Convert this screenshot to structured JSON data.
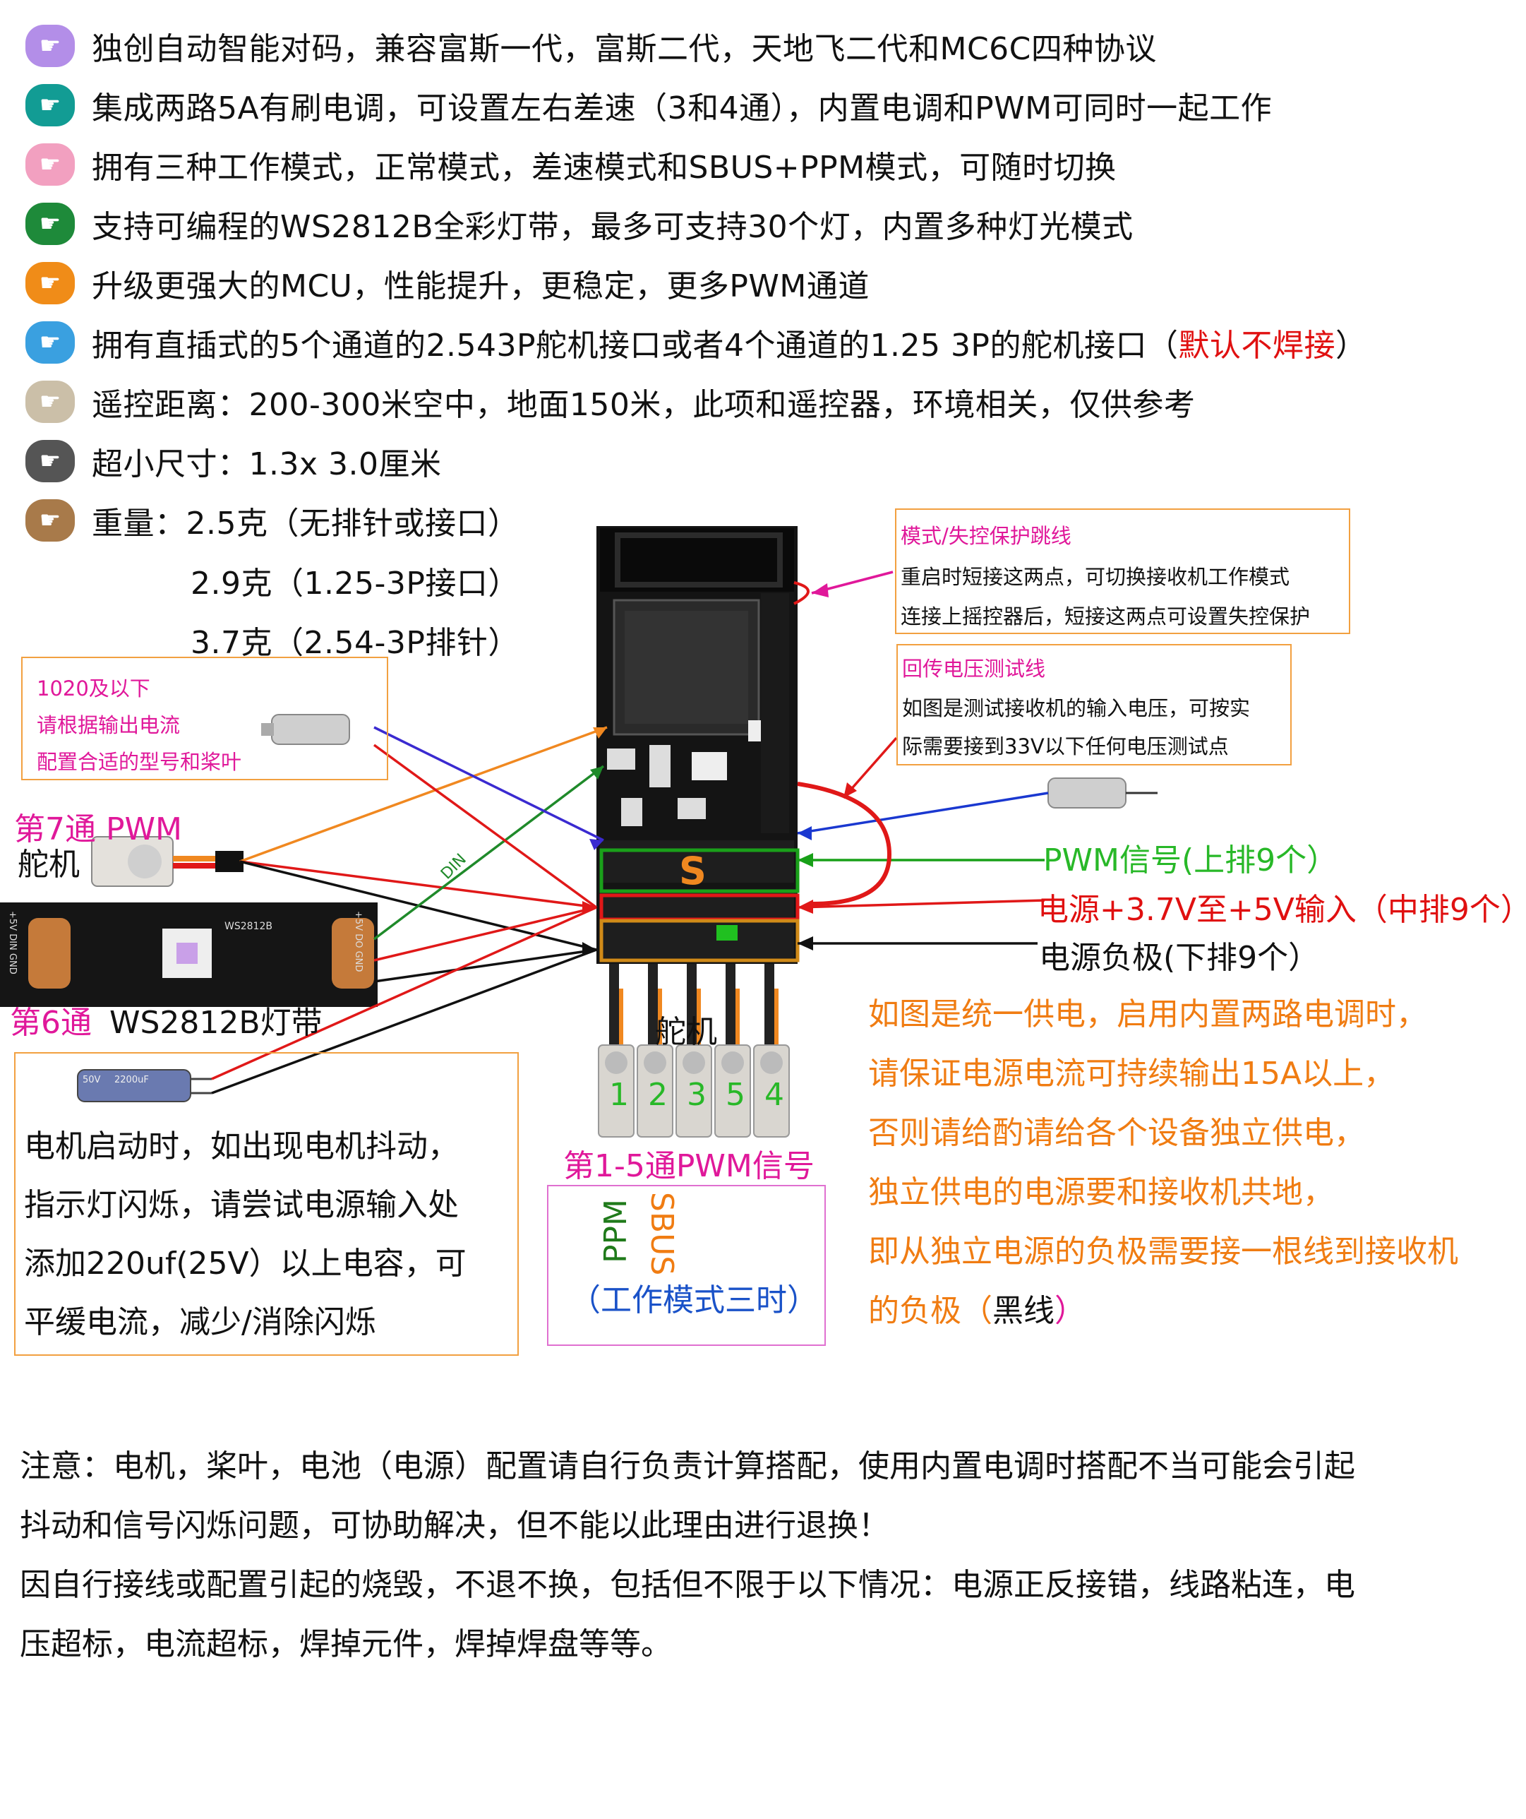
{
  "features": [
    {
      "color": "#b38ee8",
      "text": "独创自动智能对码，兼容富斯一代，富斯二代，天地飞二代和MC6C四种协议"
    },
    {
      "color": "#129c94",
      "text": "集成两路5A有刷电调，可设置左右差速（3和4通），内置电调和PWM可同时一起工作"
    },
    {
      "color": "#f2a0c0",
      "text": "拥有三种工作模式，正常模式，差速模式和SBUS+PPM模式，可随时切换"
    },
    {
      "color": "#1e8a3a",
      "text": "支持可编程的WS2812B全彩灯带，最多可支持30个灯，内置多种灯光模式"
    },
    {
      "color": "#f08c18",
      "text": "升级更强大的MCU，性能提升，更稳定，更多PWM通道"
    },
    {
      "color": "#3aa0e0",
      "text": "拥有直插式的5个通道的2.543P舵机接口或者4个通道的1.25 3P的舵机接口（",
      "highlight": "默认不焊接",
      "tail": "）"
    },
    {
      "color": "#cbbfa8",
      "text": "遥控距离：200-300米空中，地面150米，此项和遥控器，环境相关，仅供参考"
    },
    {
      "color": "#555555",
      "text": "超小尺寸：1.3x 3.0厘米"
    },
    {
      "color": "#a87a4a",
      "text": "重量：2.5克（无排针或接口）"
    }
  ],
  "weights": [
    "2.9克（1.25-3P接口）",
    "3.7克（2.54-3P排针）"
  ],
  "motor_note": {
    "l1": "1020及以下",
    "l2": "请根据输出电流",
    "l3": "配置合适的型号和桨叶"
  },
  "mode_box": {
    "title": "模式/失控保护跳线",
    "l1": "重启时短接这两点，可切换接收机工作模式",
    "l2": "连接上摇控器后，短接这两点可设置失控保护"
  },
  "volt_box": {
    "title": "回传电压测试线",
    "l1": "如图是测试接收机的输入电压，可按实",
    "l2": "际需要接到33V以下任何电压测试点"
  },
  "ch7": {
    "a": "第7通 PWM",
    "b": "舵机"
  },
  "ch6": {
    "a": "第6通",
    "b": "WS2812B灯带"
  },
  "din": "DIN",
  "strip": {
    "chip": "WS2812B",
    "pad_l": "+5V DIN GND",
    "pad_r": "+5V DO GND"
  },
  "s_mark": "S",
  "rows": {
    "pwm": "PWM信号(上排9个）",
    "pwr": "电源+3.7V至+5V输入（中排9个）",
    "gnd": "电源负极(下排9个）"
  },
  "servo": {
    "label": "舵机",
    "nums": [
      "1",
      "2",
      "3",
      "5",
      "4"
    ],
    "caption": "第1-5通PWM信号"
  },
  "mode3": {
    "ppm": "PPM",
    "sbus": "SBUS",
    "caption": "（工作模式三时）"
  },
  "cap_note": [
    "电机启动时，如出现电机抖动，",
    "指示灯闪烁，请尝试电源输入处",
    "添加220uf(25V）以上电容，可",
    "平缓电流，减少/消除闪烁"
  ],
  "cap_marks": {
    "a": "50V",
    "b": "2200uF"
  },
  "power_note": [
    "如图是统一供电，启用内置两路电调时，",
    "请保证电源电流可持续输出15A以上，",
    "否则请给酌请给各个设备独立供电，",
    "独立供电的电源要和接收机共地，",
    "即从独立电源的负极需要接一根线到接收机"
  ],
  "power_note_last": {
    "a": "的负极（",
    "b": "黑线",
    "c": "）"
  },
  "notice": [
    "注意：电机，桨叶，电池（电源）配置请自行负责计算搭配，使用内置电调时搭配不当可能会引起",
    "抖动和信号闪烁问题，可协助解决，但不能以此理由进行退换！",
    "因自行接线或配置引起的烧毁，不退不换，包括但不限于以下情况：电源正反接错，线路粘连，电",
    "压超标，电流超标，焊掉元件，焊掉焊盘等等。"
  ]
}
